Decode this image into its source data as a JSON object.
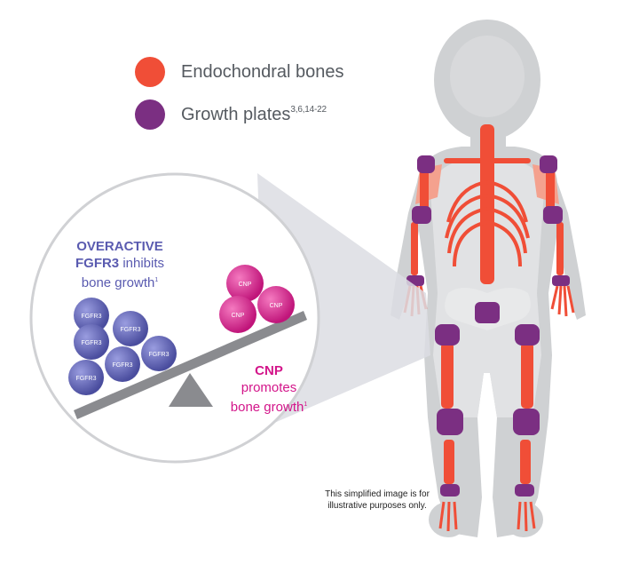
{
  "legend": {
    "endochondral": {
      "label": "Endochondral bones",
      "color": "#f04e37"
    },
    "growth_plates": {
      "label": "Growth plates",
      "refs": "3,6,14-22",
      "color": "#7b2f82"
    }
  },
  "fgfr3_caption": {
    "line1": "OVERACTIVE",
    "line2_bold": "FGFR3",
    "line2_rest": " inhibits",
    "line3": "bone growth",
    "ref": "1"
  },
  "cnp_caption": {
    "line1": "CNP",
    "line2": "promotes",
    "line3": "bone growth",
    "ref": "1"
  },
  "molecules": {
    "fgfr3_label": "FGFR3",
    "cnp_label": "CNP"
  },
  "disclaimer": {
    "line1": "This simplified image is for",
    "line2": "illustrative purposes only."
  },
  "colors": {
    "fgfr3": "#6a6ec0",
    "cnp": "#e0288e",
    "bone": "#f04e37",
    "plate": "#7b2f82",
    "silhouette": "#cfd1d3",
    "body_light": "#e8e9ea"
  }
}
